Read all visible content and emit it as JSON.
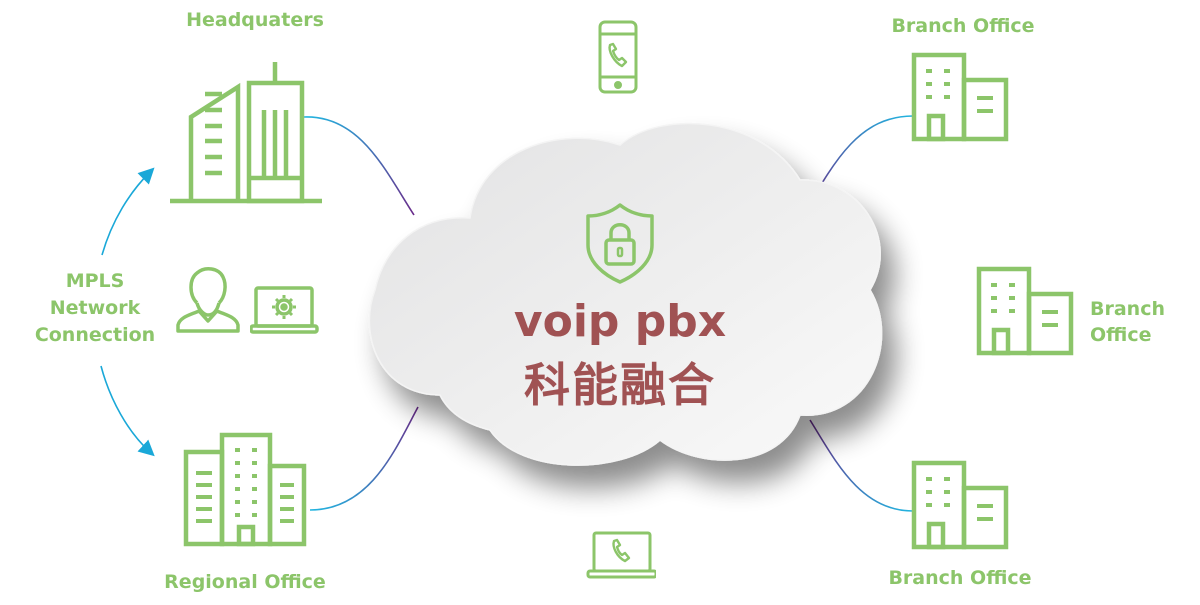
{
  "colors": {
    "icon_green": "#8cc56a",
    "title_red": "#a05253",
    "arrow_blue": "#1aa8d8",
    "line_purple": "#6a2a8a",
    "line_cyan": "#22b5e0",
    "cloud_fill": "#ececec"
  },
  "center": {
    "title": "voip pbx",
    "subtitle": "科能融合",
    "icon": "shield-lock-icon"
  },
  "nodes": {
    "headquarters": {
      "label": "Headquaters",
      "icon": "office-towers-icon"
    },
    "regional": {
      "label": "Regional Office",
      "icon": "office-buildings-icon"
    },
    "branch_top": {
      "label": "Branch Office",
      "icon": "branch-building-icon"
    },
    "branch_mid": {
      "label_line1": "Branch",
      "label_line2": "Office",
      "icon": "branch-building-icon"
    },
    "branch_bottom": {
      "label": "Branch Office",
      "icon": "branch-building-icon"
    },
    "mobile": {
      "icon": "mobile-phone-call-icon"
    },
    "laptop_phone": {
      "icon": "laptop-phone-call-icon"
    },
    "admin": {
      "icons": [
        "user-icon",
        "laptop-gear-icon"
      ]
    }
  },
  "mpls": {
    "line1": "MPLS",
    "line2": "Network",
    "line3": "Connection"
  }
}
